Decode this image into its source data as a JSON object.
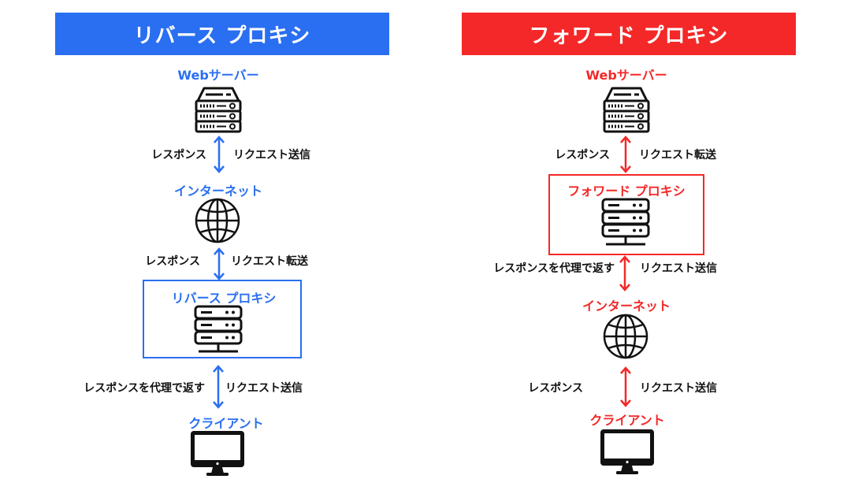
{
  "colors": {
    "reverse_accent": "#2A6FF1",
    "forward_accent": "#F42828",
    "text": "#111111",
    "icon": "#111111"
  },
  "reverse": {
    "title": "リバース プロキシ",
    "nodes": {
      "web_server": {
        "label": "Webサーバー",
        "icon": "server-rack-icon"
      },
      "internet": {
        "label": "インターネット",
        "icon": "globe-icon"
      },
      "proxy": {
        "label": "リバース プロキシ",
        "icon": "server-stack-icon"
      },
      "client": {
        "label": "クライアント",
        "icon": "desktop-monitor-icon"
      }
    },
    "edges": [
      {
        "from": "internet",
        "to": "web_server",
        "left": "レスポンス",
        "right": "リクエスト送信"
      },
      {
        "from": "proxy",
        "to": "internet",
        "left": "レスポンス",
        "right": "リクエスト転送"
      },
      {
        "from": "client",
        "to": "proxy",
        "left": "レスポンスを代理で返す",
        "right": "リクエスト送信"
      }
    ]
  },
  "forward": {
    "title": "フォワード プロキシ",
    "nodes": {
      "web_server": {
        "label": "Webサーバー",
        "icon": "server-rack-icon"
      },
      "proxy": {
        "label": "フォワード プロキシ",
        "icon": "server-stack-icon"
      },
      "internet": {
        "label": "インターネット",
        "icon": "globe-icon"
      },
      "client": {
        "label": "クライアント",
        "icon": "desktop-monitor-icon"
      }
    },
    "edges": [
      {
        "from": "proxy",
        "to": "web_server",
        "left": "レスポンス",
        "right": "リクエスト転送"
      },
      {
        "from": "internet",
        "to": "proxy",
        "left": "レスポンスを代理で返す",
        "right": "リクエスト送信"
      },
      {
        "from": "client",
        "to": "internet",
        "left": "レスポンス",
        "right": "リクエスト送信"
      }
    ]
  }
}
